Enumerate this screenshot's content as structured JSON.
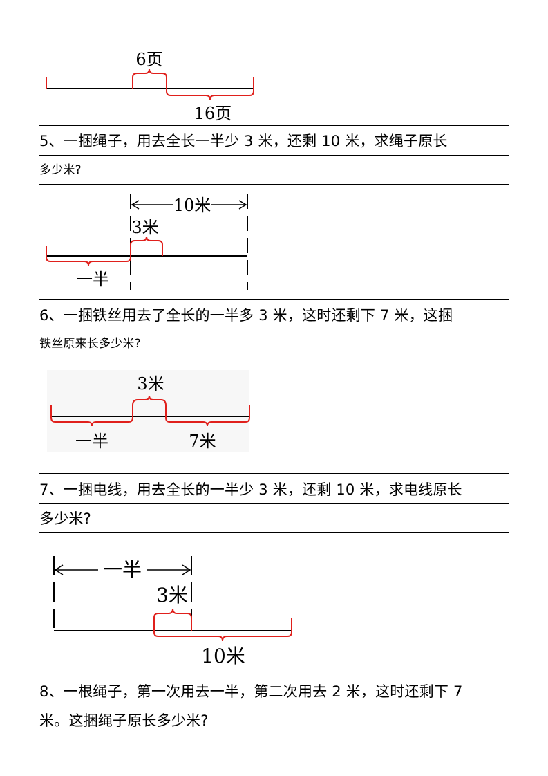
{
  "diagram1": {
    "top_label": "6页",
    "bottom_label": "16页"
  },
  "q5": {
    "line1": "5、一捆绳子，用去全长一半少 3 米，还剩 10 米，求绳子原长",
    "line2": "多少米?"
  },
  "diagram2": {
    "span_label": "10米",
    "brace_label": "3米",
    "half_label": "一半"
  },
  "q6": {
    "line1": "6、一捆铁丝用去了全长的一半多 3 米，这时还剩下 7 米，这捆",
    "line2": "铁丝原来长多少米?"
  },
  "diagram3": {
    "top_label": "3米",
    "left_label": "一半",
    "right_label": "7米"
  },
  "q7": {
    "line1": "7、一捆电线，用去全长的一半少 3 米，还剩 10 米，求电线原长",
    "line2": "多少米?"
  },
  "diagram4": {
    "span_label": "一半",
    "brace_label": "3米",
    "bottom_label": "10米"
  },
  "q8": {
    "line1": "8、一根绳子，第一次用去一半，第二次用去 2 米，这时还剩下 7",
    "line2": "米。这捆绳子原长多少米?"
  },
  "colors": {
    "brace": "#e0201c",
    "line": "#000000"
  }
}
